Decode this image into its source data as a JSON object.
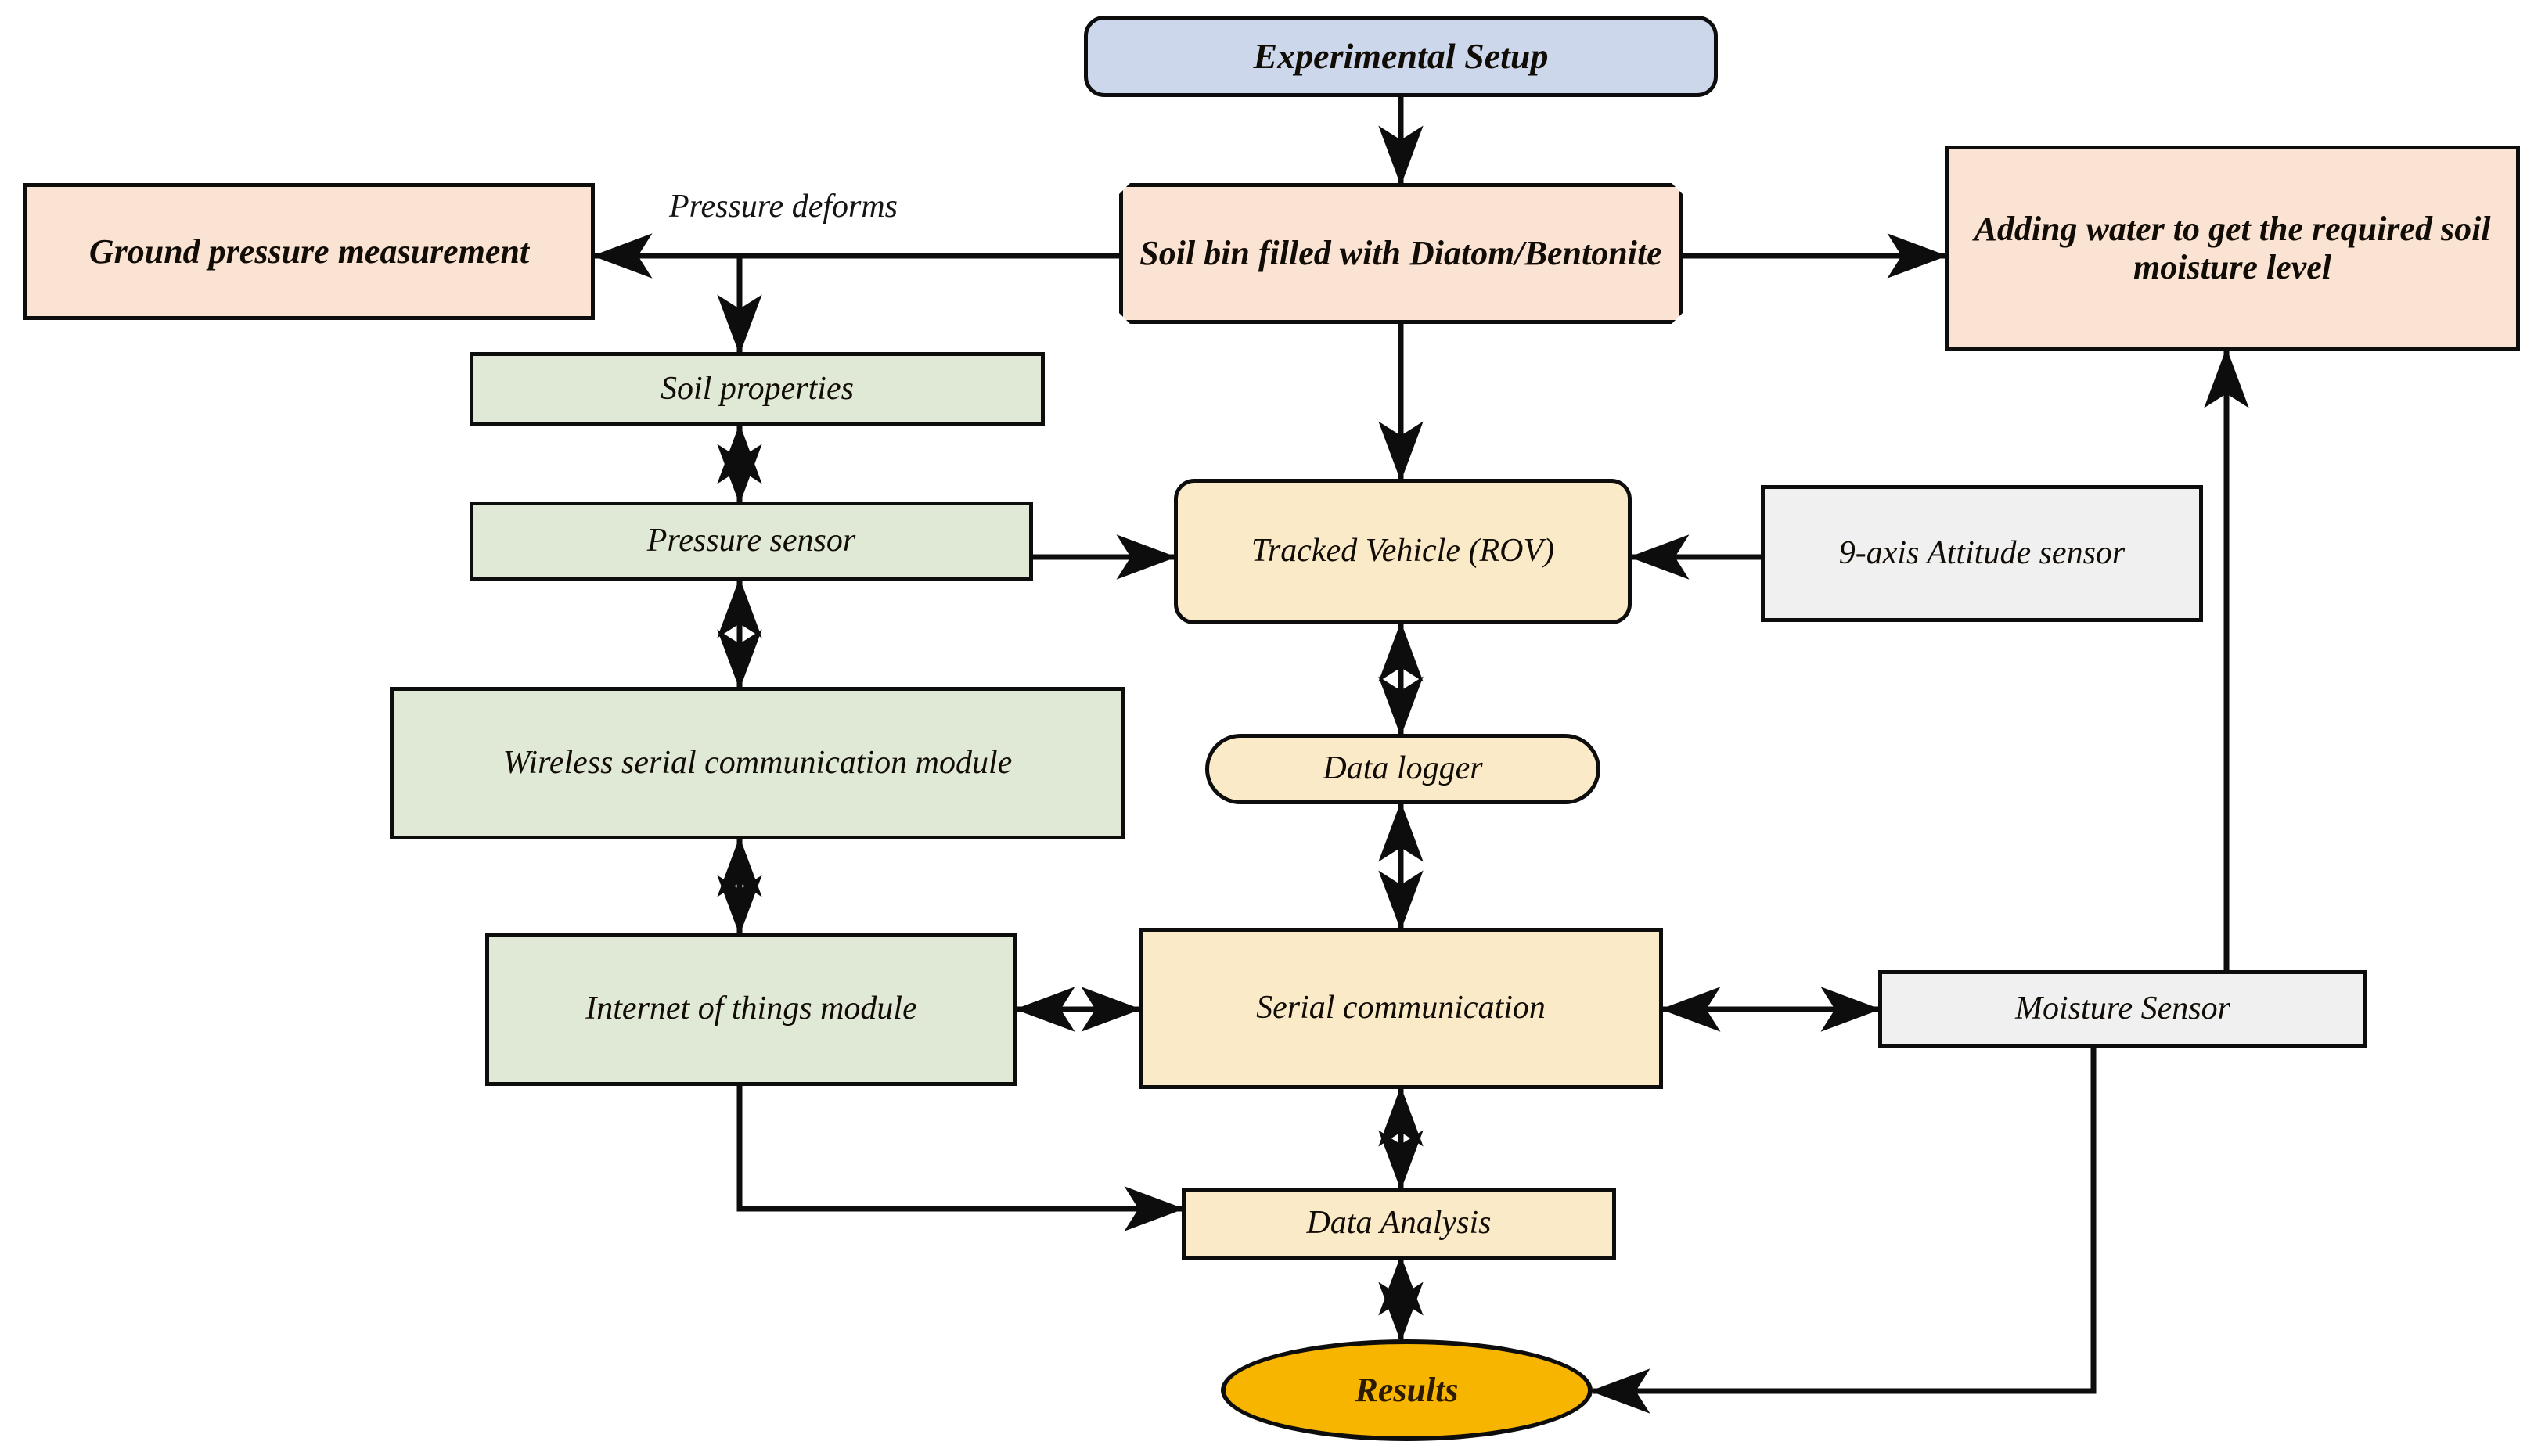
{
  "diagram": {
    "title": "Experimental Setup Flowchart",
    "background": "#ffffff",
    "edge_color": "#0d0d0d",
    "palette": {
      "blue": "#ccd7ec",
      "peach": "#fae3d3",
      "green": "#dfe9d6",
      "cream": "#fbeac7",
      "gray": "#f0f0f0",
      "amber": "#f8b500",
      "border": "#0d0d0d",
      "text": "#120c06"
    }
  },
  "nodes": {
    "experimental_setup": {
      "label": "Experimental Setup"
    },
    "soil_bin": {
      "label": "Soil bin filled with Diatom/Bentonite"
    },
    "ground_pressure": {
      "label": "Ground pressure measurement"
    },
    "adding_water": {
      "label": "Adding water to get the required soil moisture level"
    },
    "soil_properties": {
      "label": "Soil properties"
    },
    "pressure_sensor": {
      "label": "Pressure sensor"
    },
    "wireless_module": {
      "label": "Wireless serial communication module"
    },
    "iot_module": {
      "label": "Internet of things module"
    },
    "tracked_vehicle": {
      "label": "Tracked Vehicle (ROV)"
    },
    "attitude_sensor": {
      "label": "9-axis Attitude sensor"
    },
    "data_logger": {
      "label": "Data logger"
    },
    "serial_communication": {
      "label": "Serial communication"
    },
    "moisture_sensor": {
      "label": "Moisture Sensor"
    },
    "data_analysis": {
      "label": "Data Analysis"
    },
    "results": {
      "label": "Results"
    }
  },
  "edge_labels": {
    "pressure_deforms": "Pressure deforms"
  },
  "connections": [
    {
      "from": "experimental_setup",
      "to": "soil_bin",
      "arrow": "single"
    },
    {
      "from": "soil_bin",
      "to": "ground_pressure",
      "arrow": "single",
      "label": "Pressure deforms"
    },
    {
      "from": "soil_bin",
      "to": "adding_water",
      "arrow": "double"
    },
    {
      "from": "soil_bin",
      "to": "tracked_vehicle",
      "arrow": "single"
    },
    {
      "from": "soil_bin",
      "to": "soil_properties",
      "arrow": "single"
    },
    {
      "from": "soil_properties",
      "to": "pressure_sensor",
      "arrow": "double"
    },
    {
      "from": "pressure_sensor",
      "to": "wireless_module",
      "arrow": "double"
    },
    {
      "from": "wireless_module",
      "to": "iot_module",
      "arrow": "double"
    },
    {
      "from": "pressure_sensor",
      "to": "tracked_vehicle",
      "arrow": "single"
    },
    {
      "from": "attitude_sensor",
      "to": "tracked_vehicle",
      "arrow": "single"
    },
    {
      "from": "tracked_vehicle",
      "to": "data_logger",
      "arrow": "double"
    },
    {
      "from": "data_logger",
      "to": "serial_communication",
      "arrow": "double"
    },
    {
      "from": "iot_module",
      "to": "serial_communication",
      "arrow": "double"
    },
    {
      "from": "moisture_sensor",
      "to": "serial_communication",
      "arrow": "double"
    },
    {
      "from": "serial_communication",
      "to": "data_analysis",
      "arrow": "double"
    },
    {
      "from": "iot_module",
      "to": "data_analysis",
      "arrow": "single"
    },
    {
      "from": "data_analysis",
      "to": "results",
      "arrow": "double"
    },
    {
      "from": "moisture_sensor",
      "to": "results",
      "arrow": "single"
    },
    {
      "from": "moisture_sensor",
      "to": "adding_water",
      "arrow": "single"
    }
  ]
}
